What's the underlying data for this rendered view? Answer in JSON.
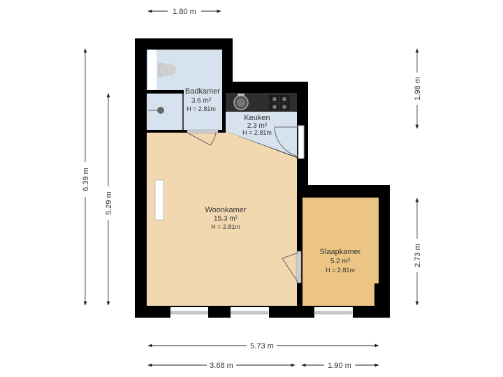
{
  "floorplan": {
    "colors": {
      "wall": "#000000",
      "bathroom": "#d6e2ee",
      "kitchen": "#d6e2ee",
      "living": "#f2d8b0",
      "bedroom": "#ecc585",
      "counter": "#2e2e2e",
      "dimension_line": "#555555"
    },
    "rooms": [
      {
        "id": "badkamer",
        "name": "Badkamer",
        "area": "3.6 m²",
        "height": "H = 2.81m"
      },
      {
        "id": "keuken",
        "name": "Keuken",
        "area": "2.3 m²",
        "height": "H = 2.81m"
      },
      {
        "id": "woonkamer",
        "name": "Woonkamer",
        "area": "15.3 m²",
        "height": "H = 2.81m"
      },
      {
        "id": "slaapkamer",
        "name": "Slaapkamer",
        "area": "5.2 m²",
        "height": "H = 2.81m"
      }
    ],
    "dimensions": {
      "top": "1.80 m",
      "left_outer": "6.39 m",
      "left_inner": "5.29 m",
      "right_top": "1.98 m",
      "right_bottom": "2.73 m",
      "bottom_total": "5.73 m",
      "bottom_left": "3.68 m",
      "bottom_right": "1.90 m"
    },
    "fixtures": [
      "toilet",
      "sink",
      "kitchen-sink",
      "stove"
    ]
  }
}
